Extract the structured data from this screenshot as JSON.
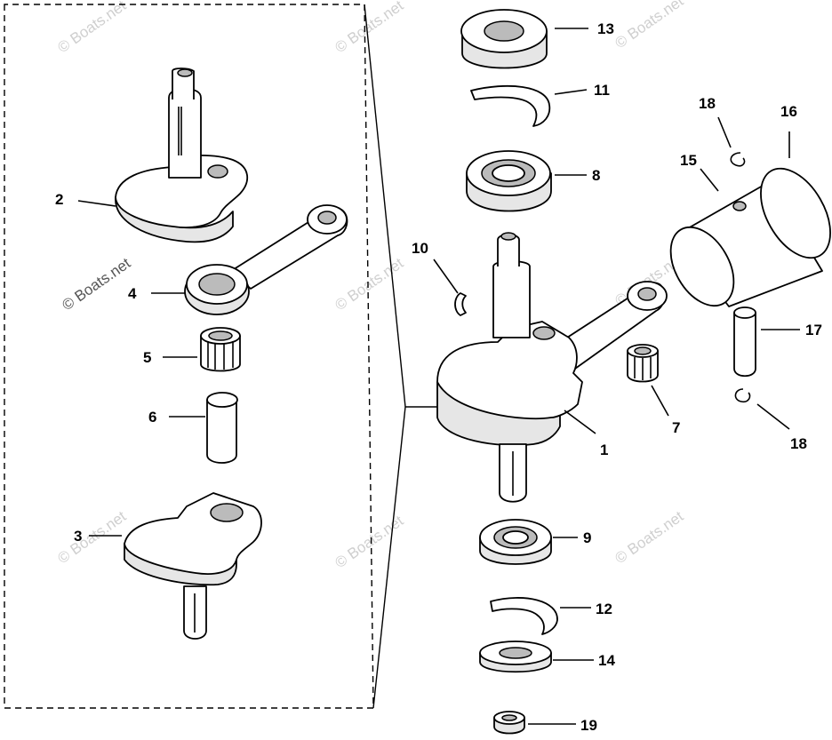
{
  "watermark": "© Boats.net",
  "labels": {
    "l1": "1",
    "l2": "2",
    "l3": "3",
    "l4": "4",
    "l5": "5",
    "l6": "6",
    "l7": "7",
    "l8": "8",
    "l9": "9",
    "l10": "10",
    "l11": "11",
    "l12": "12",
    "l13": "13",
    "l14": "14",
    "l15": "15",
    "l16": "16",
    "l17": "17",
    "l18a": "18",
    "l18b": "18",
    "l19": "19"
  }
}
